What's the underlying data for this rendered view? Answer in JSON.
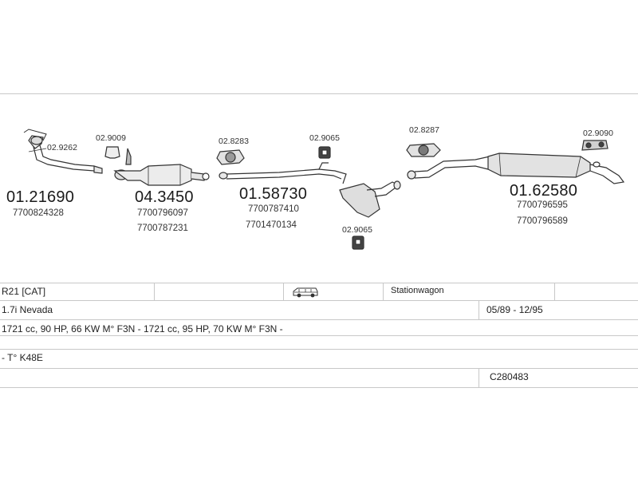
{
  "parts": {
    "front_pipe": {
      "number": "01.21690",
      "oe": [
        "7700824328"
      ],
      "accessory": "02.9262"
    },
    "catalyst": {
      "number": "04.3450",
      "oe": [
        "7700796097",
        "7700787231"
      ],
      "accessory": "02.9009"
    },
    "middle_silencer": {
      "number": "01.58730",
      "oe": [
        "7700787410",
        "7701470134"
      ],
      "accessories": [
        "02.8283",
        "02.9065",
        "02.9065"
      ]
    },
    "rear_silencer": {
      "number": "01.62580",
      "oe": [
        "7700796595",
        "7700796589"
      ],
      "accessories": [
        "02.8287",
        "02.9090"
      ]
    }
  },
  "table": {
    "row1": {
      "model": "R21  [CAT]",
      "body_icon": "station-wagon-icon",
      "body": "Stationwagon"
    },
    "row2": {
      "variant": "1.7i  Nevada",
      "years": "05/89 - 12/95"
    },
    "row3": {
      "engine": "1721 cc, 90 HP, 66 KW  M° F3N  -  1721 cc, 95 HP, 70 KW  M° F3N  -"
    },
    "row4": {
      "gearbox": "- T° K48E"
    },
    "row5": {
      "code": "C280483"
    }
  }
}
